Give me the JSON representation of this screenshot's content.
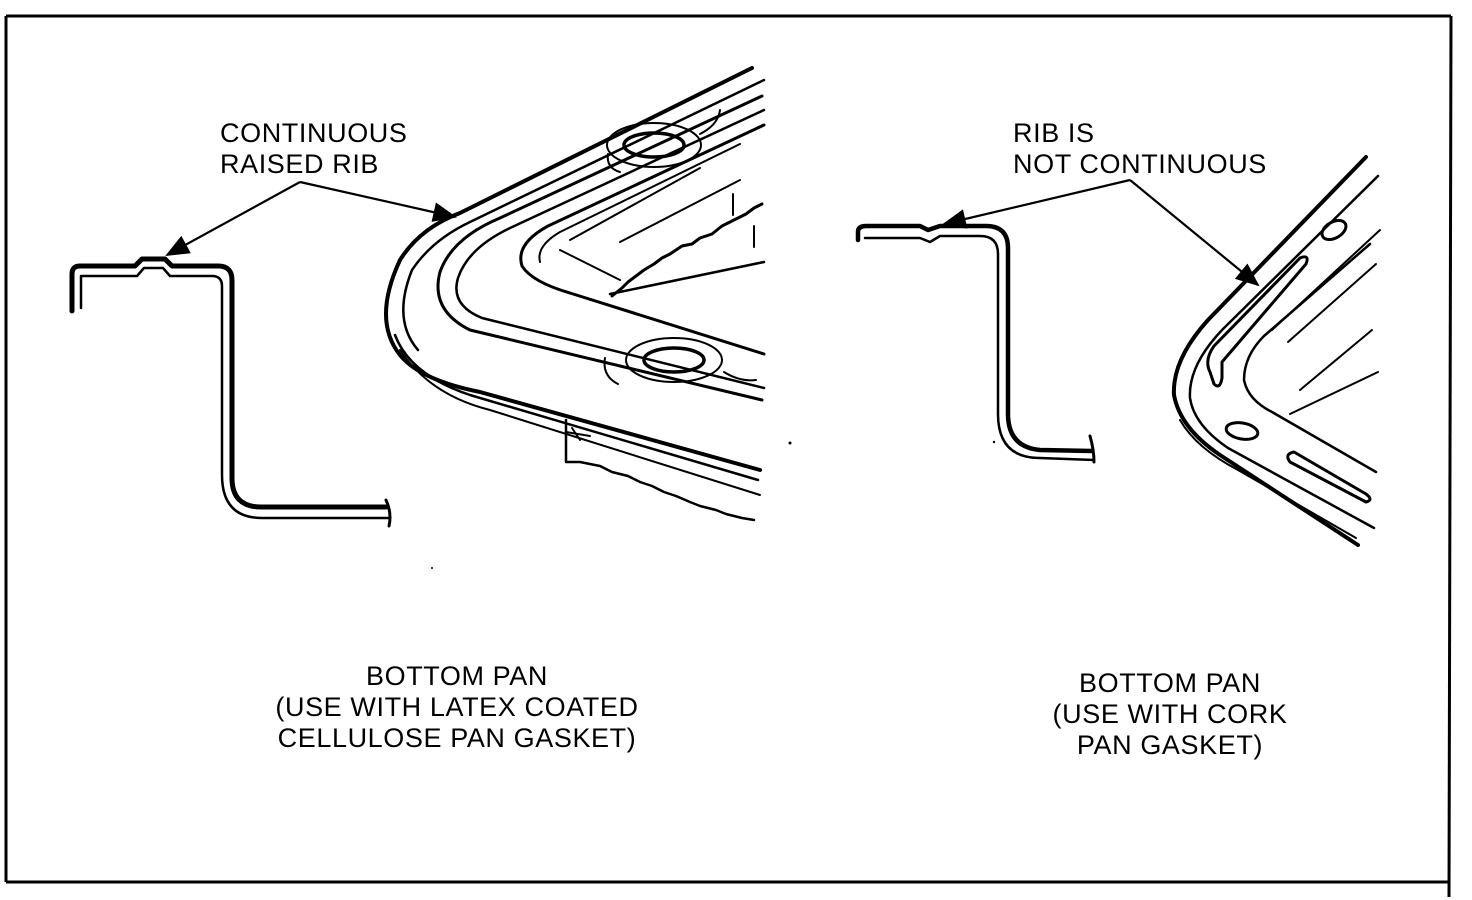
{
  "left_panel": {
    "callout": [
      "CONTINUOUS",
      "RAISED RIB"
    ],
    "caption": [
      "BOTTOM PAN",
      "(USE WITH LATEX COATED",
      "CELLULOSE PAN GASKET)"
    ]
  },
  "right_panel": {
    "callout": [
      "RIB IS",
      "NOT CONTINUOUS"
    ],
    "caption": [
      "BOTTOM PAN",
      "(USE WITH CORK",
      "PAN GASKET)"
    ]
  },
  "colors": {
    "line": "#000000",
    "background": "#ffffff"
  }
}
